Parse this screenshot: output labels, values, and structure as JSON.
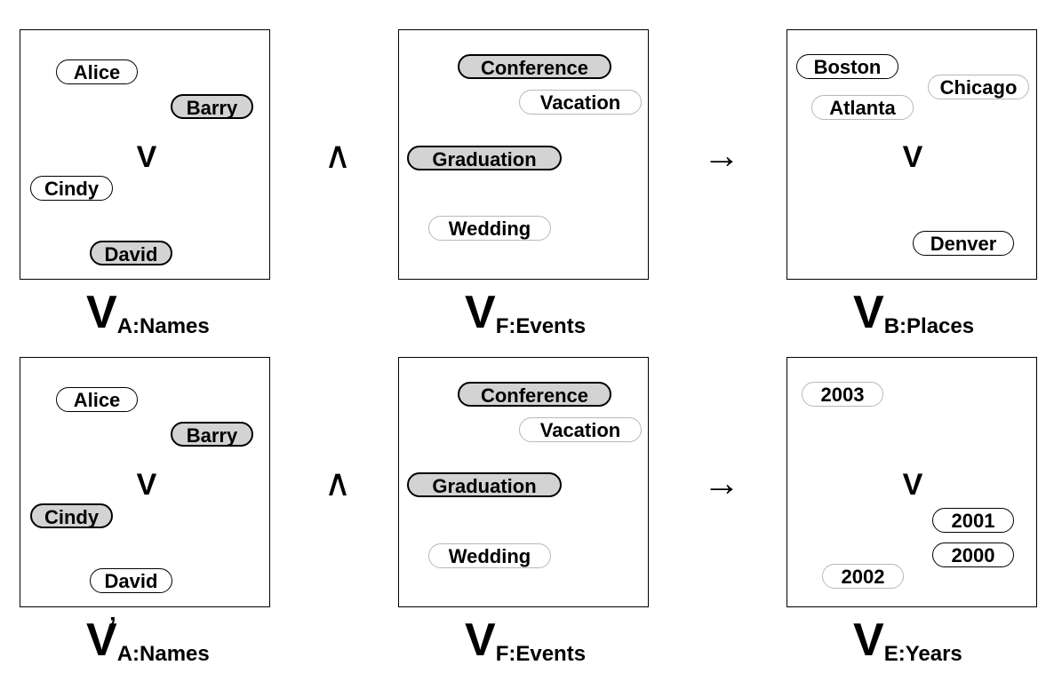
{
  "row1": {
    "names": {
      "items": [
        "Alice",
        "Barry",
        "Cindy",
        "David"
      ],
      "selected": [
        "Barry",
        "David"
      ],
      "symbol": "V"
    },
    "op1": "∧",
    "events": {
      "items": [
        "Conference",
        "Vacation",
        "Graduation",
        "Wedding"
      ],
      "selected": [
        "Conference",
        "Graduation"
      ]
    },
    "op2": "→",
    "places": {
      "items": [
        "Boston",
        "Chicago",
        "Atlanta",
        "Denver"
      ],
      "symbol": "V"
    },
    "captions": [
      {
        "letter": "V",
        "sub": "A:Names"
      },
      {
        "letter": "V",
        "sub": "F:Events"
      },
      {
        "letter": "V",
        "sub": "B:Places"
      }
    ]
  },
  "row2": {
    "names": {
      "items": [
        "Alice",
        "Barry",
        "Cindy",
        "David"
      ],
      "selected": [
        "Barry",
        "Cindy"
      ],
      "symbol": "V"
    },
    "op1": "∧",
    "events": {
      "items": [
        "Conference",
        "Vacation",
        "Graduation",
        "Wedding"
      ],
      "selected": [
        "Conference",
        "Graduation"
      ]
    },
    "op2": "→",
    "years": {
      "items": [
        "2003",
        "2001",
        "2000",
        "2002"
      ],
      "symbol": "V"
    },
    "captions": [
      {
        "letter": "V",
        "prime": "’",
        "sub": "A:Names"
      },
      {
        "letter": "V",
        "sub": "F:Events"
      },
      {
        "letter": "V",
        "sub": "E:Years"
      }
    ]
  }
}
